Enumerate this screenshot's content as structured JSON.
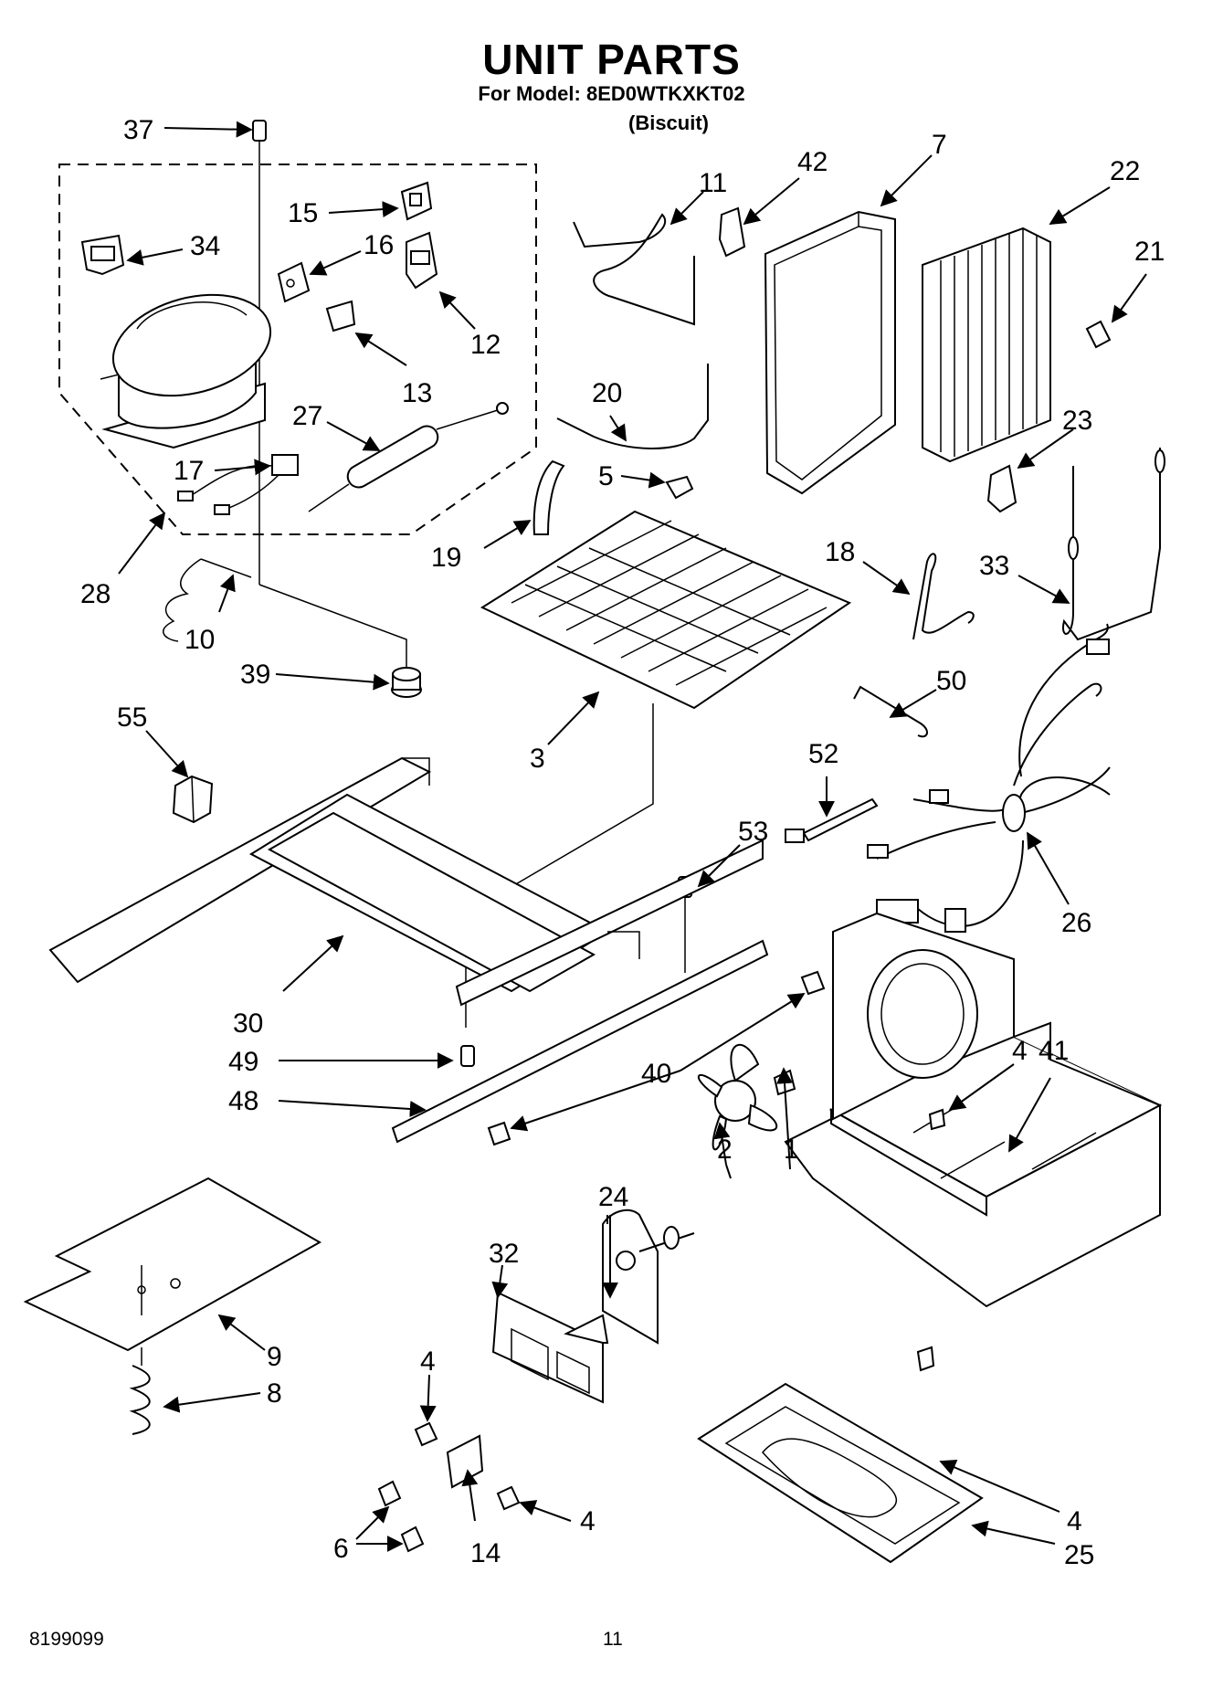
{
  "header": {
    "title": "UNIT PARTS",
    "model_line": "For Model: 8ED0WTKXKT02",
    "variant": "(Biscuit)"
  },
  "footer": {
    "doc_number": "8199099",
    "page_number": "11"
  },
  "callouts": [
    "37",
    "11",
    "42",
    "7",
    "22",
    "15",
    "34",
    "16",
    "12",
    "13",
    "21",
    "27",
    "20",
    "23",
    "17",
    "5",
    "19",
    "28",
    "18",
    "33",
    "10",
    "39",
    "50",
    "55",
    "3",
    "52",
    "53",
    "26",
    "30",
    "49",
    "40",
    "48",
    "4",
    "41",
    "2",
    "1",
    "24",
    "32",
    "9",
    "8",
    "4",
    "4",
    "4",
    "6",
    "14",
    "25"
  ]
}
